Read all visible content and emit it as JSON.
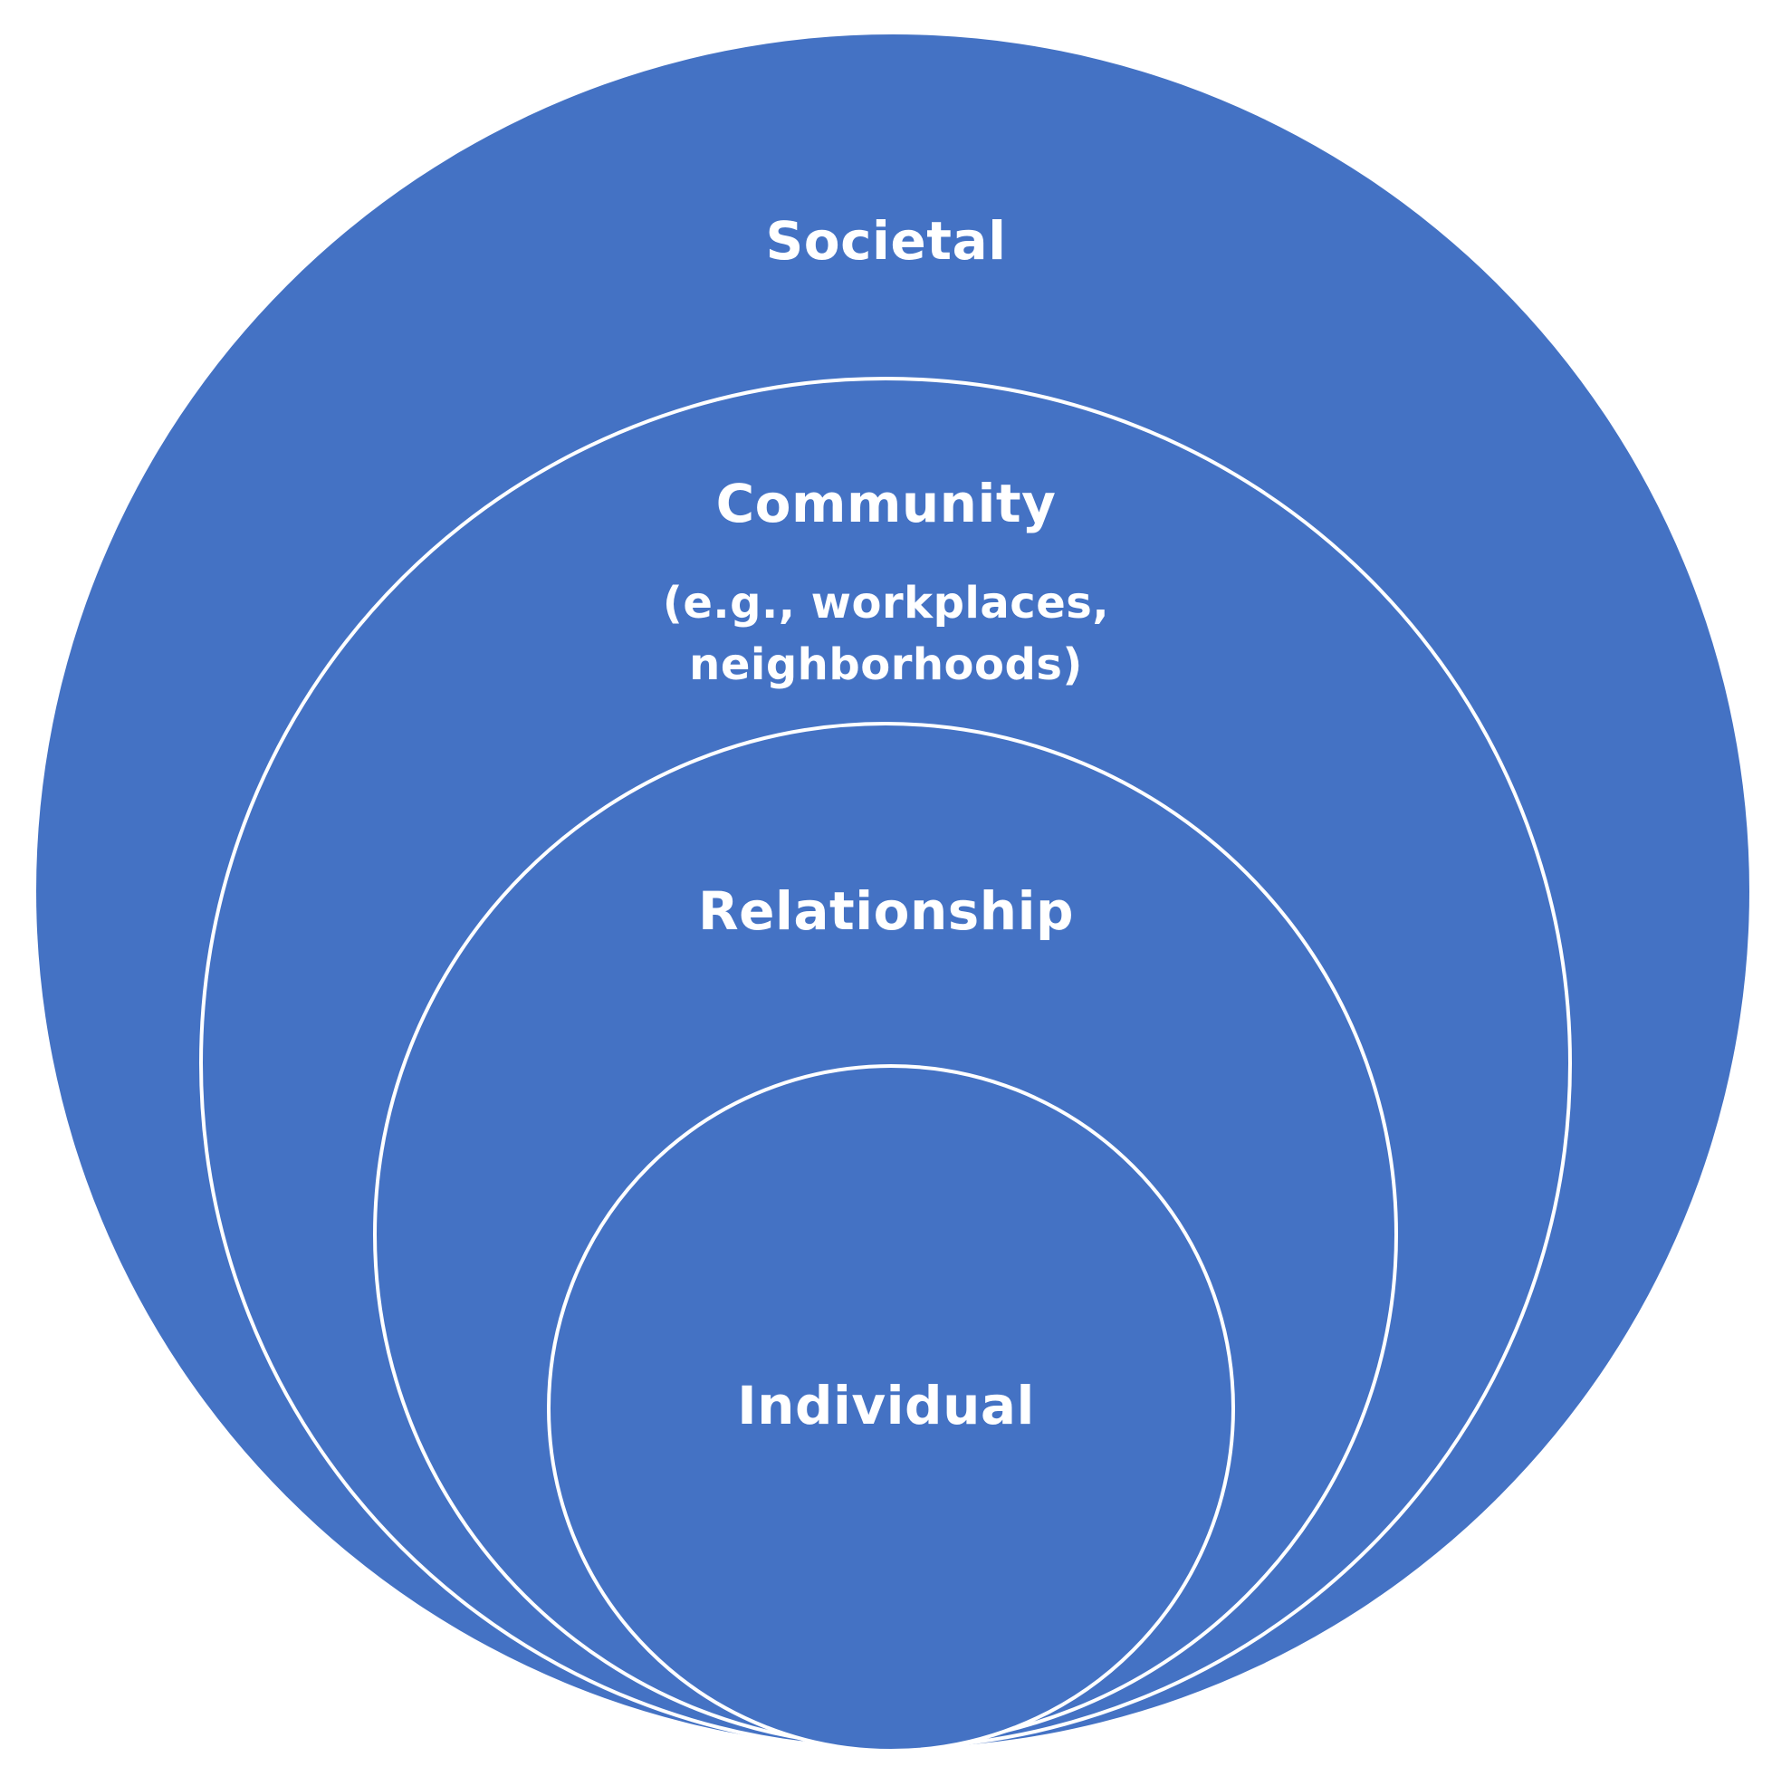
{
  "diagram": {
    "fill_color": "#4472C4",
    "outline_color": "#FFFFFF",
    "levels": {
      "societal": {
        "label": "Societal"
      },
      "community": {
        "label": "Community",
        "sub_line_1": "(e.g., workplaces,",
        "sub_line_2": "neighborhoods)"
      },
      "relationship": {
        "label": "Relationship"
      },
      "individual": {
        "label": "Individual"
      }
    }
  }
}
